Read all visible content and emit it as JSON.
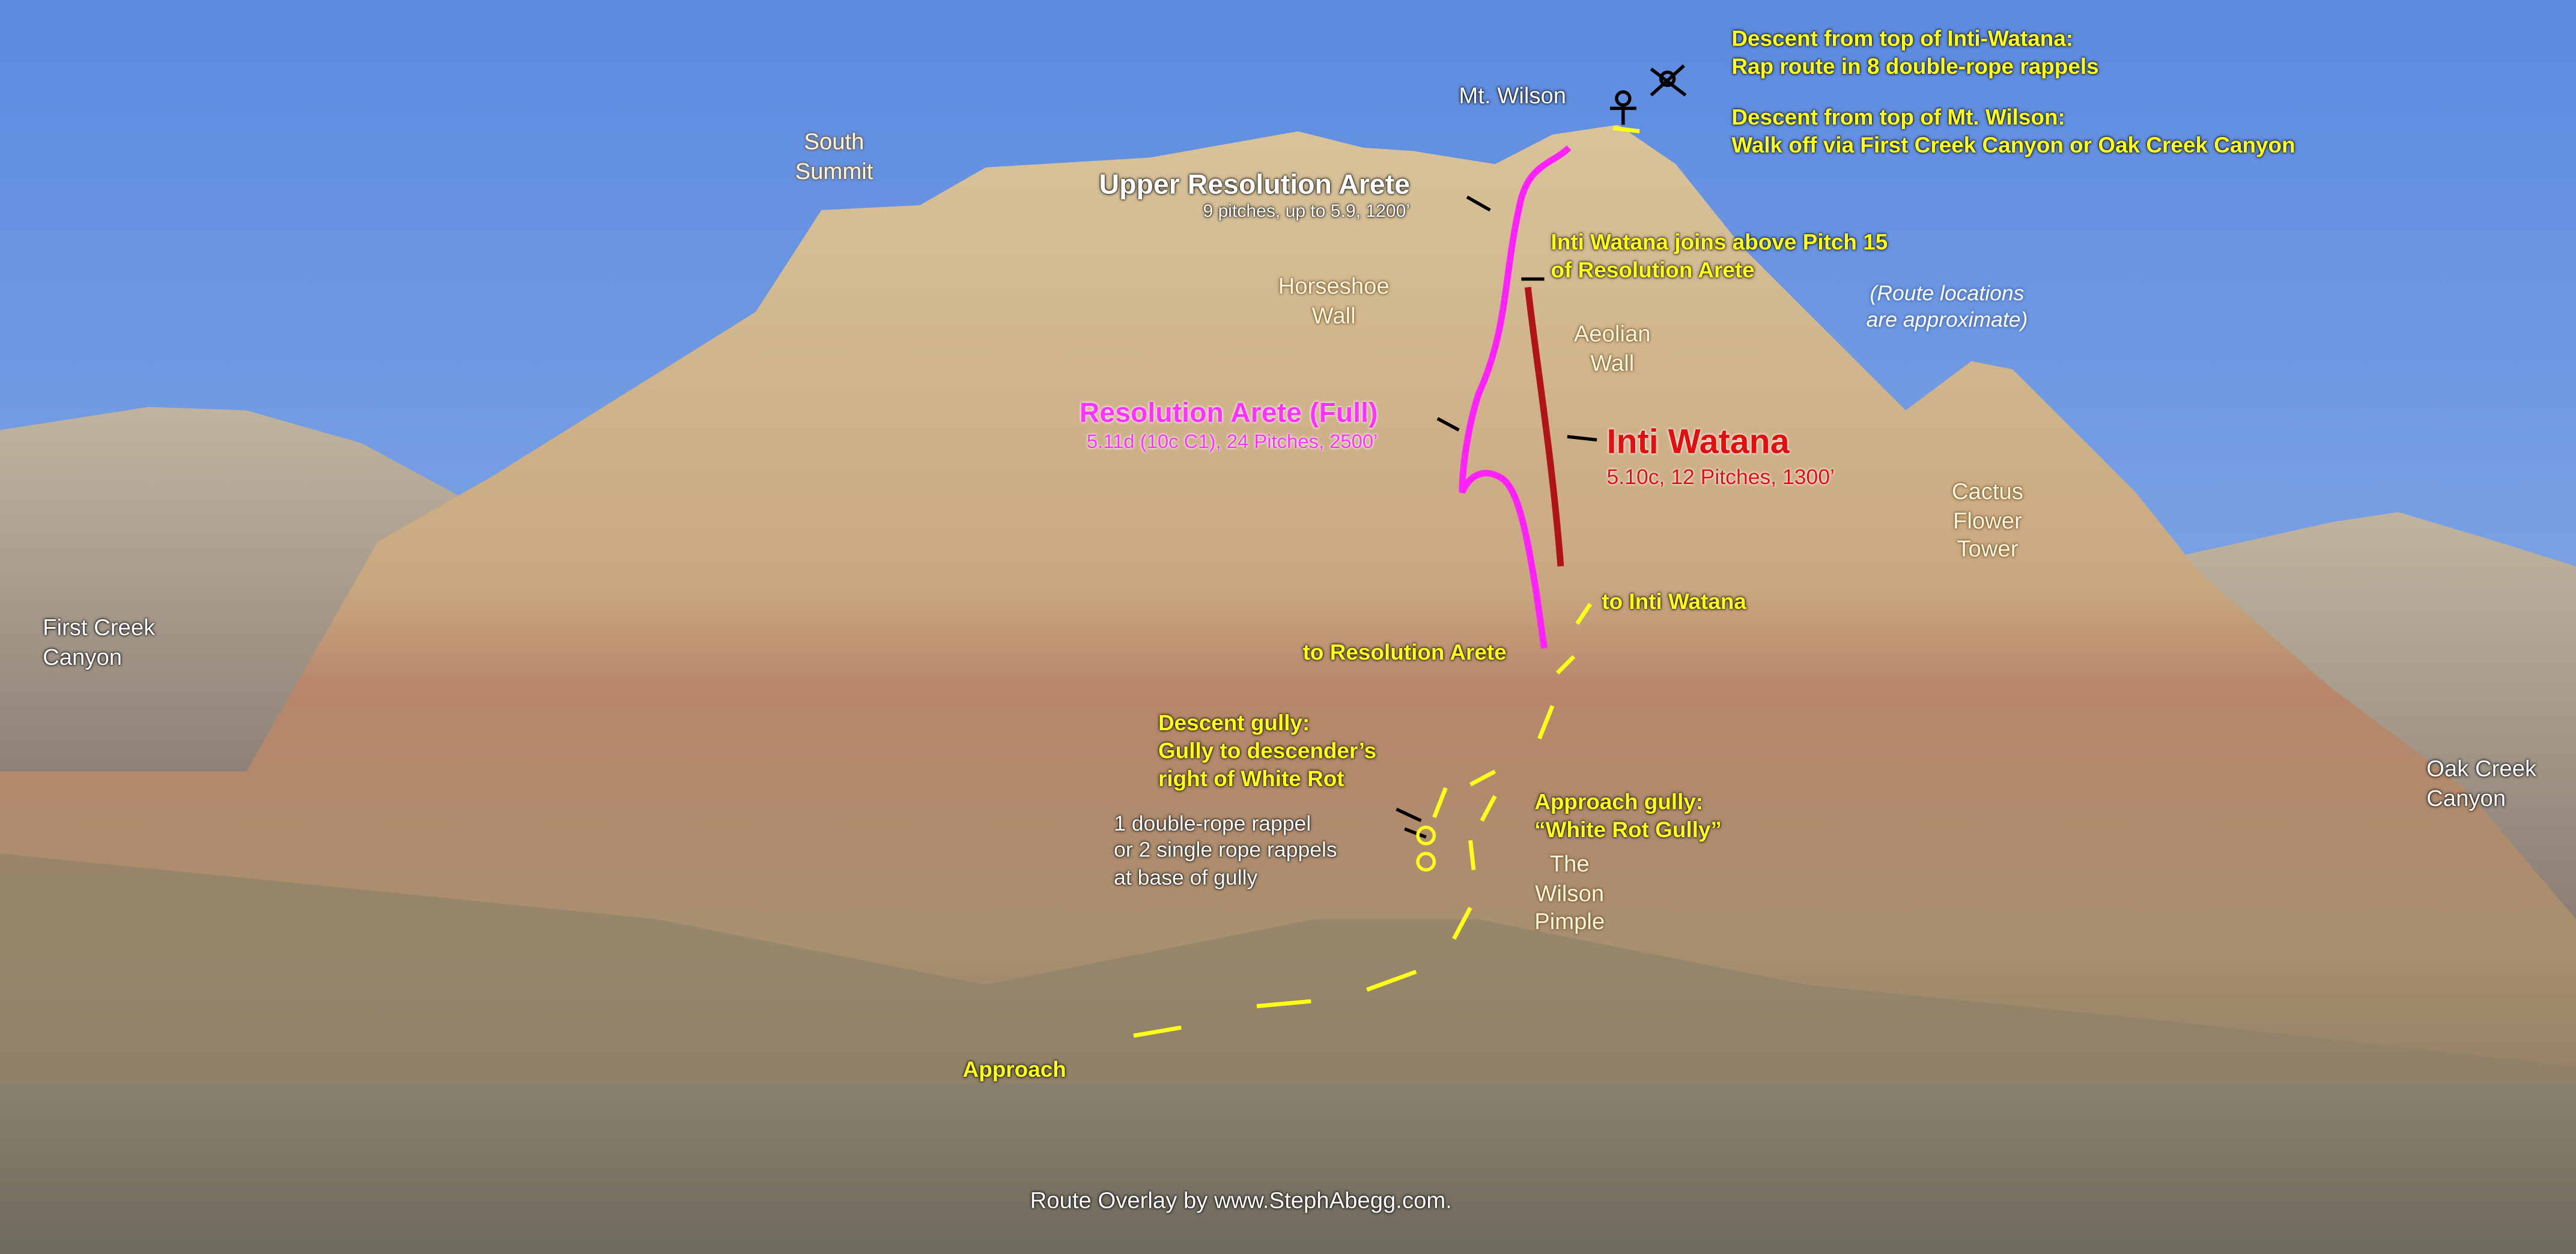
{
  "peaks": {
    "mt_wilson": "Mt. Wilson",
    "south_summit": [
      "South",
      "Summit"
    ],
    "horseshoe_wall": [
      "Horseshoe",
      "Wall"
    ],
    "aeolian_wall": [
      "Aeolian",
      "Wall"
    ],
    "cactus_flower_tower": [
      "Cactus",
      "Flower",
      "Tower"
    ],
    "first_creek_canyon": [
      "First Creek",
      "Canyon"
    ],
    "oak_creek_canyon": [
      "Oak Creek",
      "Canyon"
    ],
    "wilson_pimple": [
      "The",
      "Wilson",
      "Pimple"
    ]
  },
  "routes": {
    "upper_resolution": {
      "name": "Upper Resolution Arete",
      "details": "9 pitches, up to 5.9, 1200’"
    },
    "resolution_full": {
      "name": "Resolution Arete (Full)",
      "details": "5.11d (10c C1), 24 Pitches, 2500’"
    },
    "inti_watana": {
      "name": "Inti Watana",
      "details": "5.10c, 12 Pitches, 1300’"
    },
    "joins_note": [
      "Inti Watana joins above Pitch 15",
      "of Resolution Arete"
    ]
  },
  "notes": {
    "approximate": [
      "(Route locations",
      "are approximate)"
    ],
    "descent_inti": [
      "Descent from top of Inti-Watana:",
      "Rap route in 8 double-rope rappels"
    ],
    "descent_wilson": [
      "Descent from top of Mt. Wilson:",
      "Walk off via First Creek Canyon or Oak Creek Canyon"
    ],
    "to_inti": "to Inti Watana",
    "to_resolution": "to Resolution Arete",
    "descent_gully": [
      "Descent gully:",
      "Gully to descender’s",
      "right of White Rot"
    ],
    "rappels": [
      "1 double-rope rappel",
      "or 2 single rope rappels",
      "at base of gully"
    ],
    "approach_gully": [
      "Approach gully:",
      "“White Rot Gully”"
    ],
    "approach": "Approach",
    "credit": "Route Overlay by www.StephAbegg.com."
  },
  "colors": {
    "sky": "#6f9ae0",
    "resolution": "#ff22ff",
    "inti": "#c01818",
    "annotation": "#ffff1a"
  }
}
